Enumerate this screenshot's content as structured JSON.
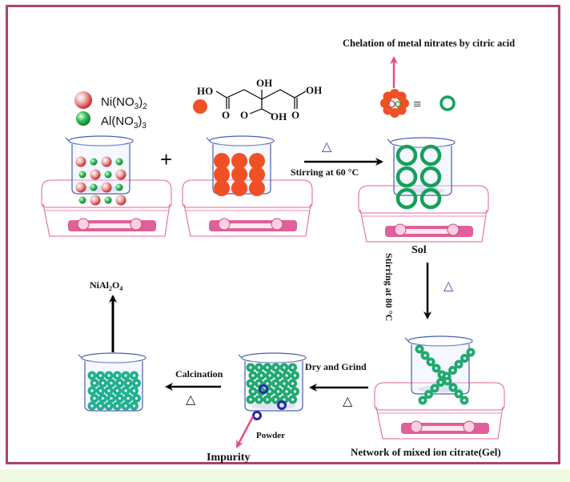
{
  "diagram": {
    "title": "Sol-gel synthesis of NiAl2O4",
    "legend": {
      "items": [
        {
          "label_main": "Ni(NO",
          "sub1": "3",
          "close": ")",
          "sub2": "2",
          "color": "#d84a4a"
        },
        {
          "label_main": "Al(NO",
          "sub1": "3",
          "close": ")",
          "sub2": "3",
          "color": "#22b04a"
        }
      ]
    },
    "citric_acid": {
      "atoms": {
        "ho_left": "HO",
        "oh_top": "OH",
        "oh_right": "OH",
        "o1": "O",
        "o2": "O",
        "oh_bottom": "OH"
      },
      "symbol_color": "#f05025"
    },
    "plus_sign": "+",
    "steps": {
      "stir60": {
        "label": "Stirring at 60 °C",
        "heat": "△"
      },
      "sol": {
        "label": "Sol"
      },
      "chelation": {
        "label": "Chelation of metal nitrates by citric acid",
        "equiv": "≡"
      },
      "stir80": {
        "label": "Stirring at 80 °C",
        "heat": "△"
      },
      "gel": {
        "label": "Network of mixed ion citrate(Gel)"
      },
      "dry": {
        "label": "Dry and Grind",
        "heat": "△"
      },
      "powder": {
        "label": "Powder"
      },
      "impurity": {
        "label": "Impurity"
      },
      "calcination": {
        "label": "Calcination",
        "heat": "△"
      },
      "product": {
        "main1": "NiAl",
        "sub1": "2",
        "main2": "O",
        "sub2": "4"
      }
    },
    "colors": {
      "frame": "#b0406a",
      "beaker": "#4a5fb0",
      "hotplate": "#e0609a",
      "ni": "#d84a4a",
      "al": "#22b04a",
      "citrate": "#f05025",
      "chelate_ring": "#15a05a",
      "product": "#20b090",
      "impurity": "#2a2aa0",
      "pink_arrow": "#e0508a",
      "heat_triangle": "#3a4aa0"
    }
  }
}
